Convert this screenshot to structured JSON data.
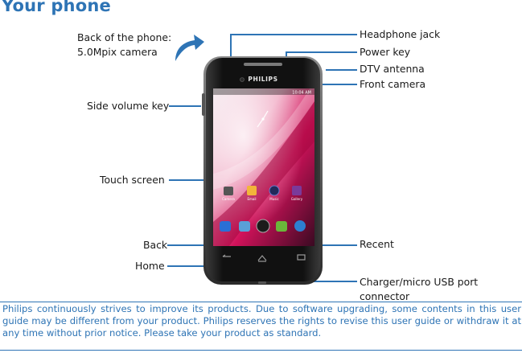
{
  "page": {
    "title": "Your phone",
    "labels": {
      "back_camera_line1": "Back of the phone:",
      "back_camera_line2": "5.0Mpix camera",
      "side_volume": "Side volume key",
      "touch_screen": "Touch screen",
      "back": "Back",
      "home": "Home",
      "headphone": "Headphone jack",
      "power": "Power key",
      "dtv": "DTV antenna",
      "front_camera": "Front camera",
      "recent": "Recent",
      "charger_line1": "Charger/micro USB port",
      "charger_line2": "connector"
    },
    "note": "Philips continuously strives to improve its products. Due to software upgrading, some contents in this user guide may be different from your product. Philips reserves the rights to revise this user guide or withdraw it at any time without prior notice. Please take your product as standard."
  },
  "phone": {
    "brand": "PHILIPS",
    "status_time": "10:04 AM",
    "apps": [
      "Camera",
      "Email",
      "Music",
      "Gallery"
    ]
  },
  "colors": {
    "accent": "#2e74b5",
    "text": "#1a1a1a"
  }
}
